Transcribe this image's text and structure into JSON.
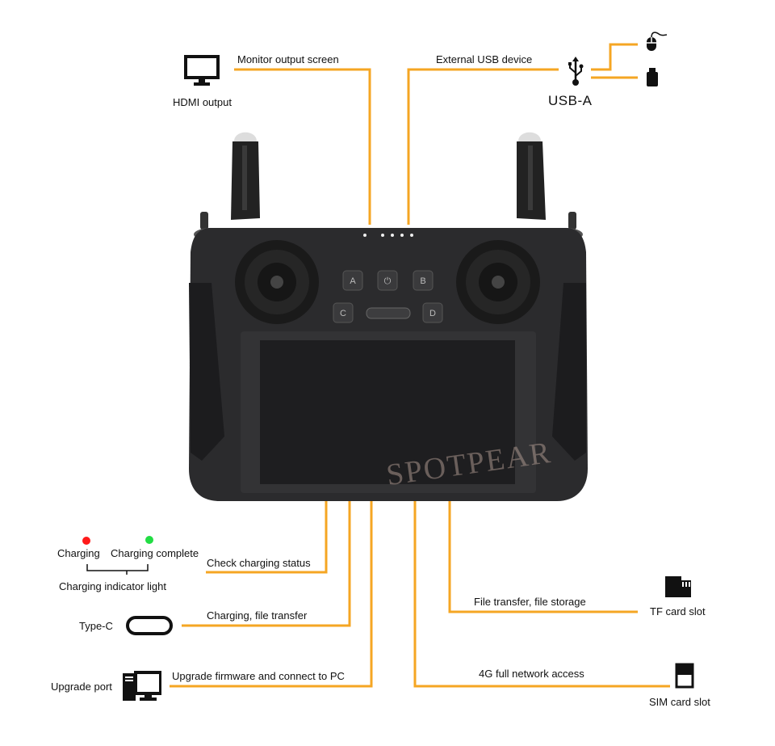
{
  "colors": {
    "line": "#F5A623",
    "charging_red": "#FF1A1A",
    "complete_green": "#22DD44",
    "device_body": "#2b2b2d",
    "screen": "#1e1e20"
  },
  "hdmi": {
    "icon": "monitor-icon",
    "label": "HDMI output",
    "description": "Monitor output screen"
  },
  "usb": {
    "icon": "usb-icon",
    "label": "USB-A",
    "description": "External USB device",
    "devices": [
      "mouse-icon",
      "usb-stick-icon"
    ]
  },
  "device": {
    "buttons": [
      "A",
      "B",
      "C",
      "D"
    ],
    "power_icon": "power-icon",
    "watermark": "SPOTPEAR"
  },
  "charging": {
    "charging_label": "Charging",
    "complete_label": "Charging complete",
    "indicator_label": "Charging indicator light",
    "description": "Check charging status"
  },
  "typec": {
    "label": "Type-C",
    "description": "Charging, file transfer",
    "icon": "type-c-port-icon"
  },
  "upgrade": {
    "label": "Upgrade port",
    "description": "Upgrade firmware and connect to PC",
    "icon": "computer-icon"
  },
  "tf": {
    "label": "TF card slot",
    "description": "File transfer, file storage",
    "icon": "tf-card-icon"
  },
  "sim": {
    "label": "SIM card slot",
    "description": "4G full network access",
    "icon": "sim-card-icon"
  }
}
